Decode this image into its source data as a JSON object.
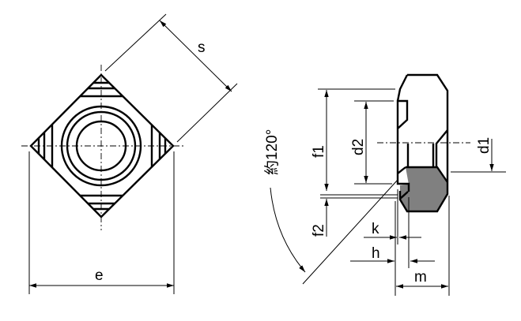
{
  "labels": {
    "s": "s",
    "e": "e",
    "angle": "約120°",
    "f1": "f1",
    "f2": "f2",
    "d1": "d1",
    "d2": "d2",
    "k": "k",
    "h": "h",
    "m": "m"
  },
  "colors": {
    "line": "#000000",
    "shade": "#808080"
  }
}
